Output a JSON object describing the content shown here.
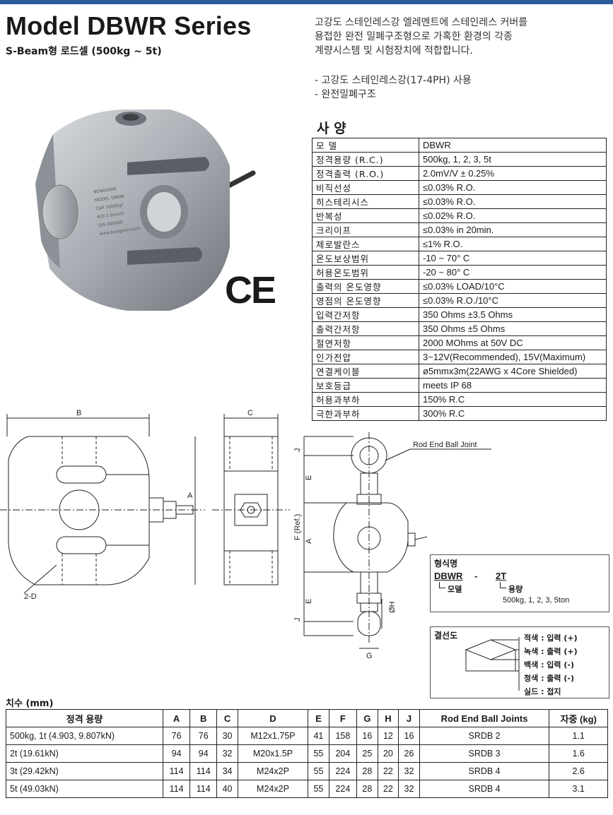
{
  "header": {
    "title": "Model DBWR Series",
    "subtitle": "S-Beam형 로드셀 (500kg ~ 5t)"
  },
  "intro": {
    "lines": [
      "고강도 스테인레스강 엘레멘트에 스테인레스 커버를",
      "용접한 완전 밀폐구조형으로 가혹한 환경의 각종",
      "계량시스템 및 시험장치에 적합합니다."
    ],
    "features": [
      "- 고강도 스테인레스강(17-4PH) 사용",
      "- 완전밀폐구조"
    ]
  },
  "spec": {
    "title": "사 양",
    "rows": [
      {
        "k": "모 델",
        "v": "DBWR"
      },
      {
        "k": "정격용량 (R.C.)",
        "v": "500kg, 1, 2, 3, 5t"
      },
      {
        "k": "정격출력 (R.O.)",
        "v": "2.0mV/V ± 0.25%"
      },
      {
        "k": "비직선성",
        "v": "≤0.03% R.O."
      },
      {
        "k": "히스테리시스",
        "v": "≤0.03% R.O."
      },
      {
        "k": "반복성",
        "v": "≤0.02% R.O."
      },
      {
        "k": "크리이프",
        "v": "≤0.03% in 20min."
      },
      {
        "k": "제로발란스",
        "v": "≤1% R.O."
      },
      {
        "k": "온도보상범위",
        "v": "-10 ~ 70° C"
      },
      {
        "k": "허용온도범위",
        "v": "-20 ~ 80° C"
      },
      {
        "k": "출력의 온도영향",
        "v": "≤0.03% LOAD/10°C"
      },
      {
        "k": "영점의 온도영향",
        "v": "≤0.03% R.O./10°C"
      },
      {
        "k": "입력간저항",
        "v": "350 Ohms ±3.5 Ohms"
      },
      {
        "k": "출력간저항",
        "v": "350 Ohms ±5 Ohms"
      },
      {
        "k": "절연저항",
        "v": "2000 MOhms at 50V DC"
      },
      {
        "k": "인가전압",
        "v": "3~12V(Recommended), 15V(Maximum)"
      },
      {
        "k": "연결케이블",
        "v": "ø5mmx3m(22AWG x 4Core Shielded)"
      },
      {
        "k": "보호등급",
        "v": "meets IP 68"
      },
      {
        "k": "허용과부하",
        "v": "150% R.C"
      },
      {
        "k": "극한과부하",
        "v": "300% R.C"
      }
    ]
  },
  "ce_mark": "CE",
  "photo_engraving": [
    "BONGSHIN",
    "MODEL DBWR",
    "CAP 1000kgf",
    "R/O 2.0mV/V",
    "S/N 000000",
    "www.bongshin.com"
  ],
  "drawing_labels": {
    "B": "B",
    "C": "C",
    "A": "A",
    "D": "2-D",
    "rod_end": "Rod End Ball Joint",
    "J": "J",
    "E": "E",
    "F": "F (Ref.)",
    "H": "ØH",
    "G": "G"
  },
  "model_code": {
    "title": "형식명",
    "model": "DBWR",
    "dash": "-",
    "cap": "2T",
    "model_label": "모델",
    "cap_label": "용량",
    "cap_values": "500kg, 1, 2, 3, 5ton"
  },
  "wiring": {
    "title": "결선도",
    "items": [
      "적색  : 입력 (+)",
      "녹색  : 출력 (+)",
      "백색  : 입력 (-)",
      "청색  : 출력 (-)",
      "실드  : 접지"
    ]
  },
  "dimensions": {
    "title": "치수 (mm)",
    "headers": [
      "정격 용량",
      "A",
      "B",
      "C",
      "D",
      "E",
      "F",
      "G",
      "H",
      "J",
      "Rod End Ball Joints",
      "자중 (kg)"
    ],
    "rows": [
      [
        "500kg, 1t (4.903, 9.807kN)",
        "76",
        "76",
        "30",
        "M12x1.75P",
        "41",
        "158",
        "16",
        "12",
        "16",
        "SRDB 2",
        "1.1"
      ],
      [
        "2t (19.61kN)",
        "94",
        "94",
        "32",
        "M20x1.5P",
        "55",
        "204",
        "25",
        "20",
        "26",
        "SRDB 3",
        "1.6"
      ],
      [
        "3t (29.42kN)",
        "114",
        "114",
        "34",
        "M24x2P",
        "55",
        "224",
        "28",
        "22",
        "32",
        "SRDB 4",
        "2.6"
      ],
      [
        "5t (49.03kN)",
        "114",
        "114",
        "40",
        "M24x2P",
        "55",
        "224",
        "28",
        "22",
        "32",
        "SRDB 4",
        "3.1"
      ]
    ]
  },
  "colors": {
    "topbar": "#2a5c9a"
  }
}
